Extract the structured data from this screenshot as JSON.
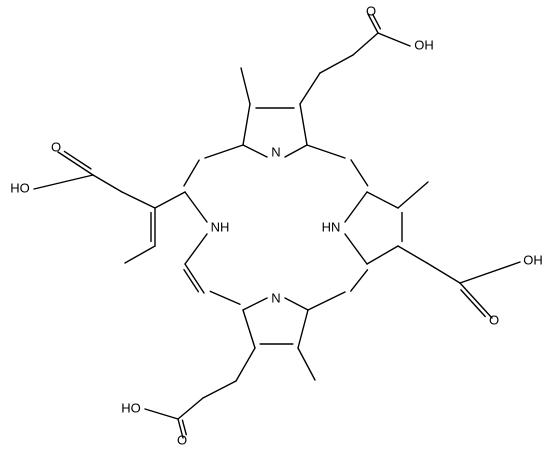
{
  "labels": {
    "n_top": "N",
    "n_bottom": "N",
    "nh_left": "NH",
    "hn_right": "HN",
    "o_top": "O",
    "oh_top": "OH",
    "o_left": "O",
    "ho_left": "HO",
    "oh_right": "OH",
    "o_right": "O",
    "ho_bottom": "HO",
    "o_bottom": "O"
  },
  "colors": {
    "line": "#000000",
    "background": "#ffffff"
  }
}
